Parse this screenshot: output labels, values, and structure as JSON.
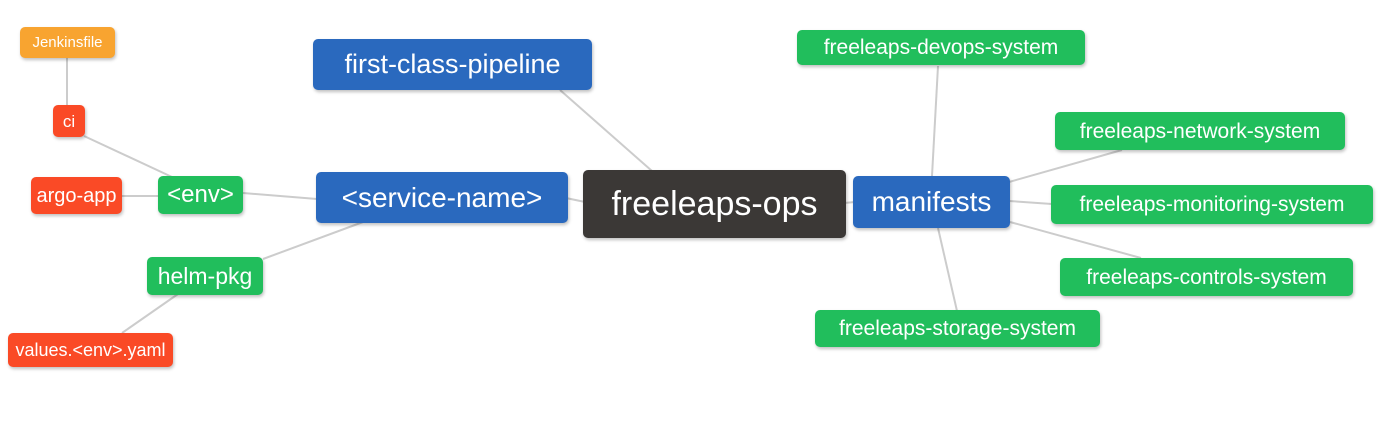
{
  "diagram": {
    "type": "mindmap",
    "nodes": {
      "root": {
        "label": "freeleaps-ops",
        "color": "#3B3836"
      },
      "first_class_pipeline": {
        "label": "first-class-pipeline",
        "color": "#2A69BE"
      },
      "service_name": {
        "label": "<service-name>",
        "color": "#2A69BE"
      },
      "manifests": {
        "label": "manifests",
        "color": "#2A69BE"
      },
      "env": {
        "label": "<env>",
        "color": "#21BE5C"
      },
      "helm_pkg": {
        "label": "helm-pkg",
        "color": "#21BE5C"
      },
      "jenkinsfile": {
        "label": "Jenkinsfile",
        "color": "#F8A430"
      },
      "ci": {
        "label": "ci",
        "color": "#FA4A26"
      },
      "argo_app": {
        "label": "argo-app",
        "color": "#FA4A26"
      },
      "values_env_yaml": {
        "label": "values.<env>.yaml",
        "color": "#FA4A26"
      },
      "devops_system": {
        "label": "freeleaps-devops-system",
        "color": "#21BE5C"
      },
      "network_system": {
        "label": "freeleaps-network-system",
        "color": "#21BE5C"
      },
      "monitoring_system": {
        "label": "freeleaps-monitoring-system",
        "color": "#21BE5C"
      },
      "controls_system": {
        "label": "freeleaps-controls-system",
        "color": "#21BE5C"
      },
      "storage_system": {
        "label": "freeleaps-storage-system",
        "color": "#21BE5C"
      }
    },
    "edges": [
      {
        "from": "jenkinsfile",
        "to": "ci"
      },
      {
        "from": "ci",
        "to": "env"
      },
      {
        "from": "argo_app",
        "to": "env"
      },
      {
        "from": "env",
        "to": "service_name"
      },
      {
        "from": "helm_pkg",
        "to": "service_name"
      },
      {
        "from": "values_env_yaml",
        "to": "helm_pkg"
      },
      {
        "from": "service_name",
        "to": "root"
      },
      {
        "from": "first_class_pipeline",
        "to": "root"
      },
      {
        "from": "root",
        "to": "manifests"
      },
      {
        "from": "manifests",
        "to": "devops_system"
      },
      {
        "from": "manifests",
        "to": "network_system"
      },
      {
        "from": "manifests",
        "to": "monitoring_system"
      },
      {
        "from": "manifests",
        "to": "controls_system"
      },
      {
        "from": "manifests",
        "to": "storage_system"
      }
    ],
    "palette": {
      "node_blue": "#2A69BE",
      "node_green": "#21BE5C",
      "node_red": "#FA4A26",
      "node_orange": "#F8A430",
      "node_dark": "#3B3836",
      "edge_gray": "#CCCCCC",
      "text": "#FFFFFF",
      "background": "#FFFFFF"
    }
  }
}
